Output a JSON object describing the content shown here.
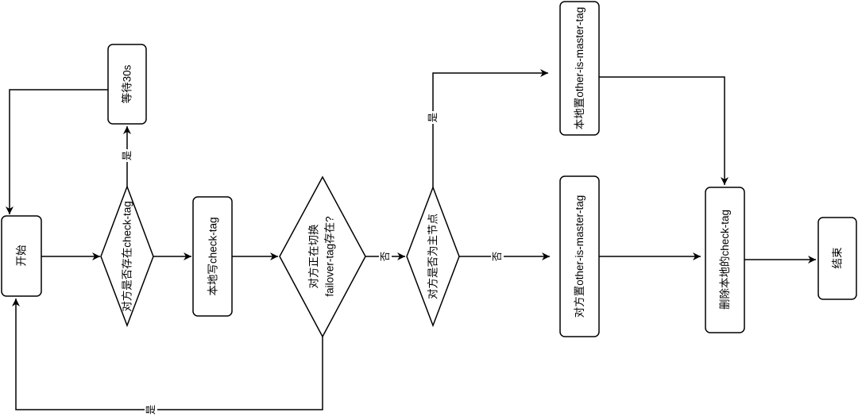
{
  "colors": {
    "stroke": "#000000",
    "fill": "#ffffff",
    "text": "#000000",
    "background": "#ffffff"
  },
  "nodes": {
    "start": {
      "label": "开始"
    },
    "wait": {
      "label": "等待30s"
    },
    "check_exists": {
      "label": "对方是否存在check-tag"
    },
    "write_check": {
      "label": "本地写check-tag"
    },
    "failover_check": {
      "lines": [
        "对方正在切换",
        "failover-tag存在?"
      ]
    },
    "is_master": {
      "label": "对方是否为主节点"
    },
    "local_set_master": {
      "label": "本地置other-is-master-tag"
    },
    "remote_set_master": {
      "label": "对方置other-is-master-tag"
    },
    "delete_check": {
      "label": "删除本地的check-tag"
    },
    "end": {
      "label": "结束"
    }
  },
  "edge_labels": {
    "check_exists_yes": "是",
    "failover_yes": "是",
    "failover_no": "否",
    "is_master_yes": "是",
    "is_master_no": "否"
  }
}
